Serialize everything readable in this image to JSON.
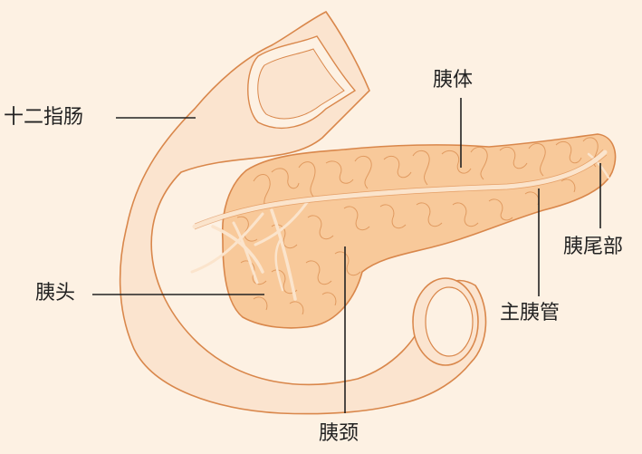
{
  "colors": {
    "background": "#fdf1e3",
    "duodenum_fill": "#fbe4cf",
    "pancreas_fill": "#f8c99a",
    "pancreas_dark": "#f4b57e",
    "outline": "#d9874b",
    "duct": "#fbe4cc",
    "leader": "#222222"
  },
  "labels": {
    "duodenum": "十二指肠",
    "body": "胰体",
    "tail": "胰尾部",
    "head": "胰头",
    "main_duct": "主胰管",
    "neck": "胰颈"
  }
}
